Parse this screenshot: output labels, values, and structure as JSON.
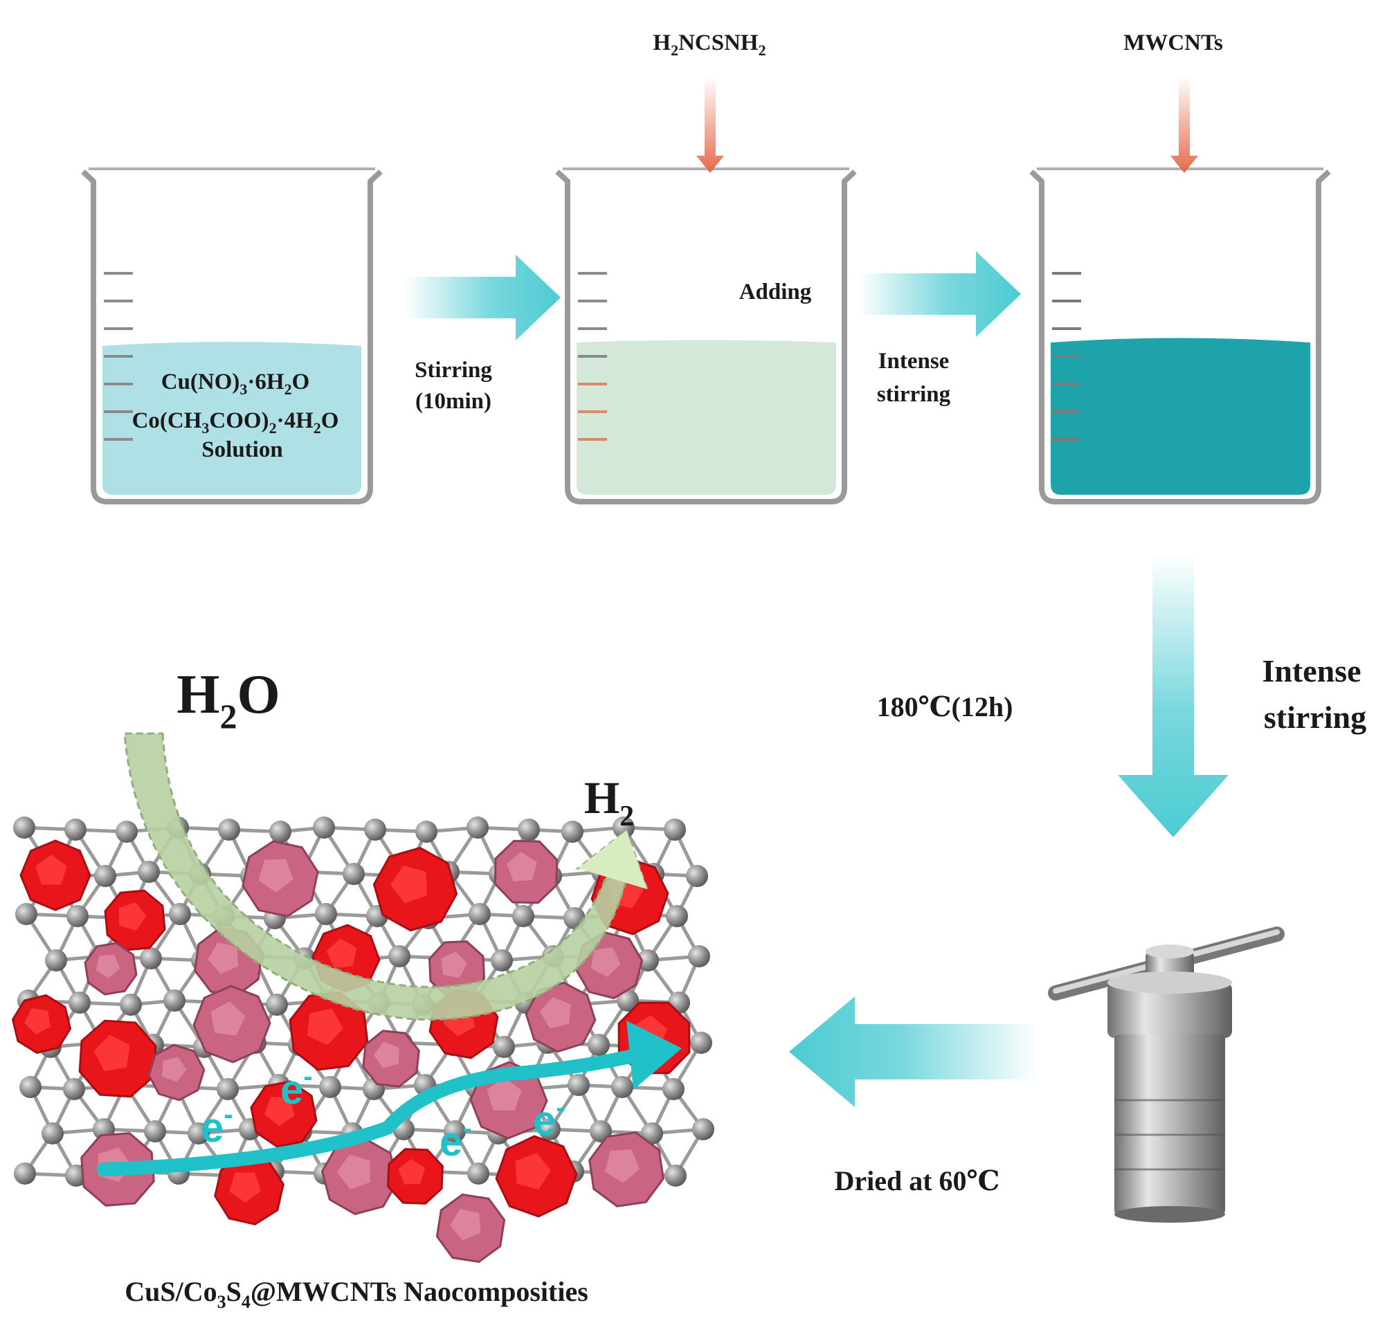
{
  "labels": {
    "beaker1_line1": "Cu(NO)",
    "beaker1_line1_sub": "3",
    "beaker1_line1_tail": "·6H",
    "beaker1_line1_sub2": "2",
    "beaker1_line1_end": "O",
    "beaker1_line2": "Co(CH",
    "beaker1_line2_sub": "3",
    "beaker1_line2_mid": "COO)",
    "beaker1_line2_sub2": "2",
    "beaker1_line2_tail": "·4H",
    "beaker1_line2_sub3": "2",
    "beaker1_line2_end": "O",
    "beaker1_line3": "Solution",
    "reagent1_a": "H",
    "reagent1_sub1": "2",
    "reagent1_b": "NCSNH",
    "reagent1_sub2": "2",
    "reagent2": "MWCNTs",
    "adding": "Adding",
    "step1_line1": "Stirring",
    "step1_line2": "(10min)",
    "step2_line1": "Intense",
    "step2_line2": "stirring",
    "step3_line1": "Intense",
    "step3_line2": "stirring",
    "temp_label": "180℃(12h)",
    "dried_label": "Dried at 60℃",
    "h2o_a": "H",
    "h2o_sub": "2",
    "h2o_b": "O",
    "h2_a": "H",
    "h2_sub": "2",
    "electron": "e",
    "electron_sup": "-",
    "caption_a": "CuS/Co",
    "caption_sub1": "3",
    "caption_b": "S",
    "caption_sub2": "4",
    "caption_c": "@MWCNTs Naocomposities"
  },
  "colors": {
    "liquid1": "#aee0e6",
    "liquid2": "#d3e8d9",
    "liquid3": "#1fa3ab",
    "process_arrow": "#4ccbd2",
    "reagent_arrow": "#e46a4b",
    "electron_arrow": "#20c1c8",
    "water_arrow": "#9dba8e",
    "h2_arrow": "#cfe8b8",
    "cus_particle": "#e8151b",
    "co3s4_particle": "#c96580",
    "carbon_atom": "#8a8a8a"
  }
}
